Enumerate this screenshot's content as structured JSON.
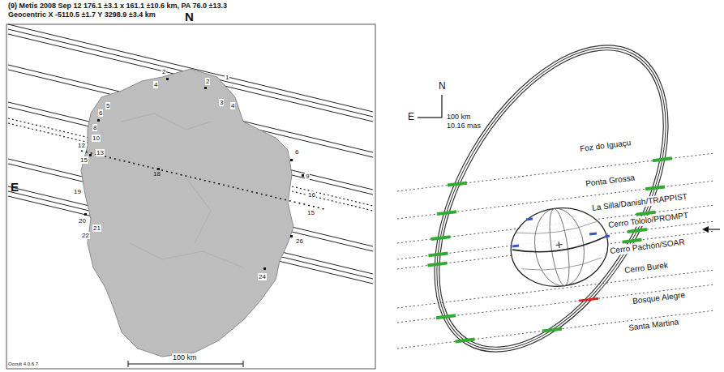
{
  "diagram": {
    "labels": [
      "(9) Metis 2008 Sep 12 176.1 ±3.1 x 161.1 ±10.6 km, PA 76.0 ±13.3",
      "Geocentric X -5110.5 ±1.7 Y 3298.9 ±3.4 km",
      "N",
      "E",
      "100 km",
      "Occult 4.0.6.7",
      "1",
      "2",
      "2",
      "4",
      "3",
      "4",
      "5",
      "6",
      "8",
      "10",
      "12",
      "13",
      "15",
      "18",
      "6",
      "9",
      "19",
      "20",
      "21",
      "22",
      "16",
      "15",
      "26",
      "24",
      "N",
      "E",
      "100 km",
      "10.16 mas",
      "Foz do Iguaçu",
      "Ponta Grossa",
      "La Silla/Danish/TRAPPIST",
      "Cerro Tololo/PROMPT",
      "Cerro Pachón/SOAR",
      "Cerro Burek",
      "Bosque Alegre",
      "Santa Martina"
    ]
  }
}
